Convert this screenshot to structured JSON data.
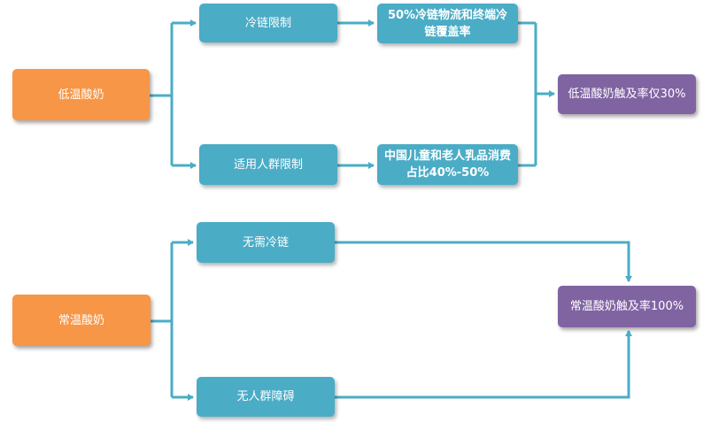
{
  "colors": {
    "source": "#f79646",
    "step": "#4bacc6",
    "result": "#8064a2",
    "connector": "#4bacc6"
  },
  "low_temp": {
    "source": "低温酸奶",
    "branch1_step1": "冷链限制",
    "branch1_step2": "50%冷链物流和终端冷链覆盖率",
    "branch2_step1": "适用人群限制",
    "branch2_step2": "中国儿童和老人乳品消费占比40%-50%",
    "result": "低温酸奶触及率仅30%"
  },
  "room_temp": {
    "source": "常温酸奶",
    "branch1_step1": "无需冷链",
    "branch2_step1": "无人群障碍",
    "result": "常温酸奶触及率100%"
  }
}
